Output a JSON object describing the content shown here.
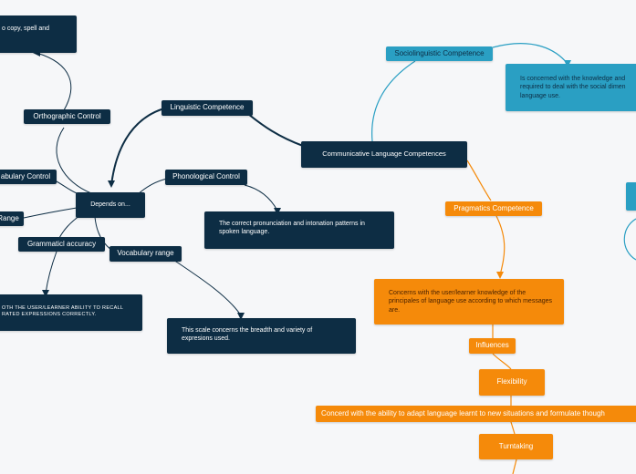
{
  "colors": {
    "dark": "#0d2d44",
    "teal": "#2a9fc3",
    "orange": "#f58a0a",
    "background": "#f6f7f9"
  },
  "nodes": {
    "orthographic_box_text": "o copy, spell and",
    "orthographic_control": "Orthographic Control",
    "linguistic_competence": "Linguistic Competence",
    "vocabulary_control": "abulary Control",
    "depends_on": "Depends on...",
    "phonological_control": "Phonological Control",
    "range": "Range",
    "grammatical_accuracy": "Grammaticl accuracy",
    "vocabulary_range": "Vocabulary range",
    "grammar_box_text": "OTH THE USER/LEARNER ABILITY TO RECALL RATED EXPRESSIONS CORRECTLY.",
    "phonological_box_text": "The correct pronunciation and intonation patterns in spoken language.",
    "vocabulary_box_text": "This scale concerns the breadth and variety of expresions used.",
    "communicative_competences": "Communicative Language Competences",
    "sociolinguistic_competence": "Sociolinguistic Competence",
    "sociolinguistic_box_text": "Is concerned with the knowledge and required to deal with the social dimen language use.",
    "pragmatics_competence": "Pragmatics Competence",
    "pragmatics_box_text": "Concerns with the user/learner knowledge of the principales of language use according to which messages are.",
    "influences": "Influences",
    "flexibility": "Flexibility",
    "flexibility_text": "Concerd with the ability to adapt language learnt to new situations and formulate though",
    "turntaking": "Turntaking"
  }
}
